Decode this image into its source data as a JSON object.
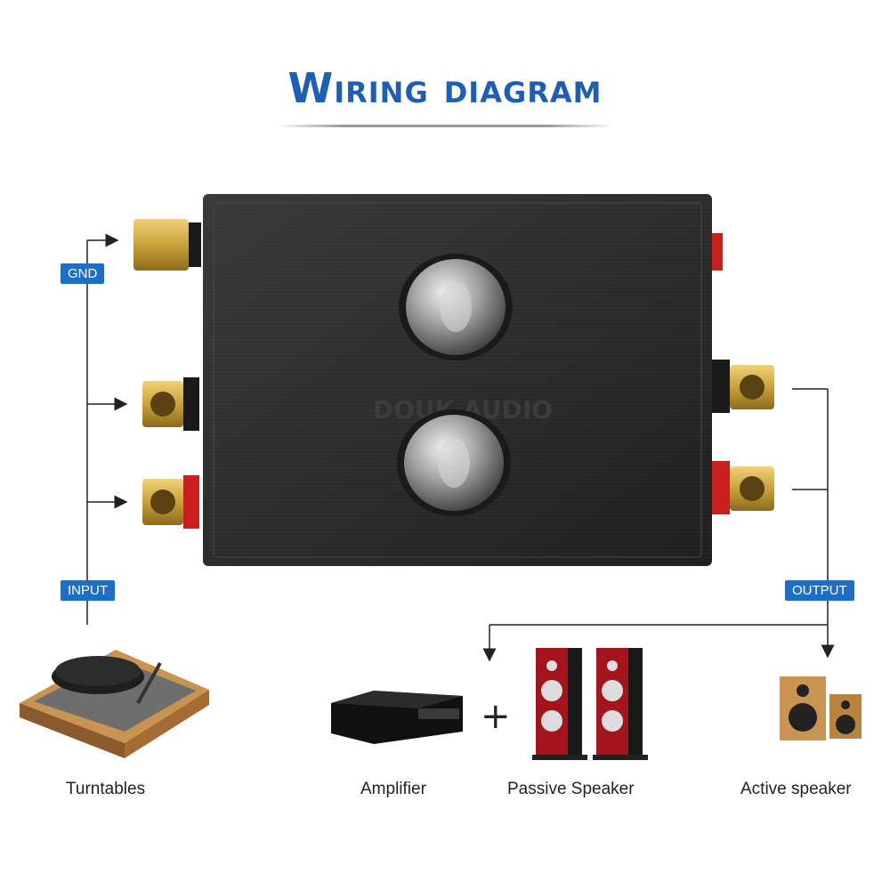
{
  "title": "Wiring diagram",
  "labels": {
    "gnd": "GND",
    "input": "INPUT",
    "output": "OUTPUT"
  },
  "devices": {
    "turntables": "Turntables",
    "amplifier": "Amplifier",
    "passive_speaker": "Passive Speaker",
    "active_speaker": "Active speaker",
    "plus": "+"
  },
  "colors": {
    "accent": "#1e6fc4",
    "chassis": "#2a2a2a",
    "gold": "#c9a23a",
    "red_ring": "#c81e1e",
    "speaker_red": "#a3141c",
    "wood": "#c99352"
  }
}
